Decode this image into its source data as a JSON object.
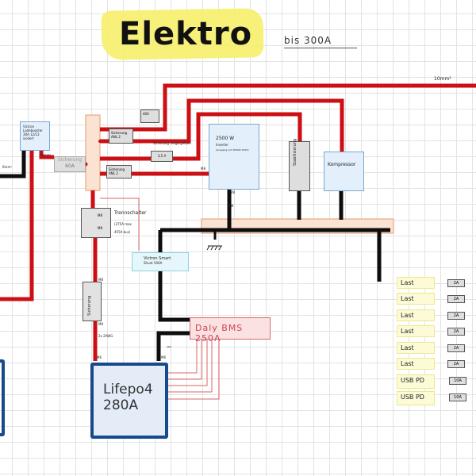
{
  "header": {
    "title": "Elektro",
    "subtitle": "bis 300A"
  },
  "wire_labels": {
    "main_cable": "10mm²",
    "left_cable": "6mm²",
    "battery_cable": "2x 2AWG",
    "inverter_neg": "2x",
    "m8_a": "M8",
    "m8_b": "M8",
    "m8_c": "M8",
    "m8_d": "M8",
    "m6_pos": "M6",
    "m6_neg": "M6",
    "m8_inverter": "M8",
    "m8_inverter_bottom": "M8",
    "minus_sign": "—",
    "charger_small": "6mm²"
  },
  "components": {
    "charger": {
      "label": "Victron Ladebooster 30A 12/12 isoliert"
    },
    "fuse_60a": {
      "label": "Sicherung",
      "value": "60A"
    },
    "fuse_40a": {
      "value": "40A"
    },
    "fuse_anl1": {
      "label": "Sicherung",
      "value": "ANL 2"
    },
    "fuse_mega": {
      "label": "Sicherung mega/gelben",
      "value": "3,5 A"
    },
    "fuse_anl2": {
      "label": "Sicherung",
      "value": "ANL 2"
    },
    "inverter": {
      "title": "2500 W",
      "subtitle": "Inverter",
      "note": "(Ausgang mit 3000W 230V)"
    },
    "stabilizer": {
      "label": "Stabilisierung"
    },
    "compressor": {
      "label": "Kompressor"
    },
    "switch": {
      "label": "Trennschalter",
      "note1": "(275A max",
      "note2": "455A bus)",
      "pin_top": "M8",
      "pin_bottom": "M8"
    },
    "shunt": {
      "label": "Victron Smart",
      "sublabel": "Shunt 500A"
    },
    "fuse_main": {
      "label": "Sicherung"
    },
    "bms": {
      "label": "Daly BMS 250A"
    },
    "battery": {
      "line1": "Lifepo4",
      "line2": "280A"
    }
  },
  "loads": [
    {
      "label": "Last",
      "fuse": "2A"
    },
    {
      "label": "Last",
      "fuse": "2A"
    },
    {
      "label": "Last",
      "fuse": "2A"
    },
    {
      "label": "Last",
      "fuse": "2A"
    },
    {
      "label": "Last",
      "fuse": "2A"
    },
    {
      "label": "Last",
      "fuse": "2A"
    },
    {
      "label": "USB PD",
      "fuse": "10A"
    },
    {
      "label": "USB PD",
      "fuse": "10A"
    }
  ],
  "colors": {
    "positive": "#cc0f14",
    "negative": "#0d0d0d",
    "battery_border": "#174a8c",
    "highlight": "#f6ee6a",
    "busbar": "#fbe3d3"
  }
}
